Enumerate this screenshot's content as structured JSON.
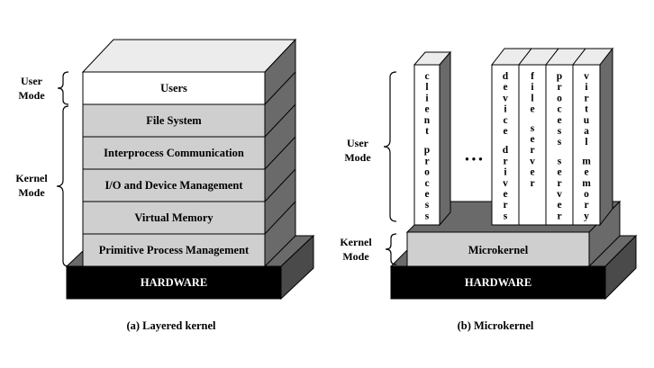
{
  "layered": {
    "caption": "(a) Layered kernel",
    "hardware": "HARDWARE",
    "layers": [
      "Users",
      "File System",
      "Interprocess Communication",
      "I/O and Device Management",
      "Virtual Memory",
      "Primitive Process Management"
    ],
    "user_mode": [
      "User",
      "Mode"
    ],
    "kernel_mode": [
      "Kernel",
      "Mode"
    ]
  },
  "microkernel": {
    "caption": "(b) Microkernel",
    "hardware": "HARDWARE",
    "kernel": "Microkernel",
    "client": [
      "client",
      "process"
    ],
    "ellipsis": "• • •",
    "servers": [
      [
        "device",
        "drivers"
      ],
      [
        "file",
        "server"
      ],
      [
        "process",
        "server"
      ],
      [
        "virtual",
        "memory"
      ]
    ],
    "user_mode": [
      "User",
      "Mode"
    ],
    "kernel_mode": [
      "Kernel",
      "Mode"
    ]
  },
  "colors": {
    "top_face": "#ececec",
    "dark_side": "#6a6a6a",
    "layer_fill": "#cfcfcf",
    "users_fill": "#ffffff",
    "hardware_fill": "#000000",
    "base_side": "#4a4a4a"
  }
}
